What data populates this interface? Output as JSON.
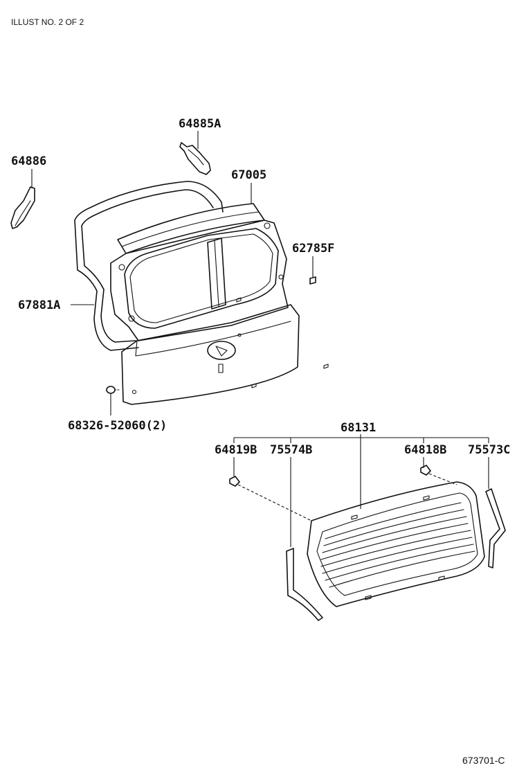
{
  "header": {
    "text": "ILLUST NO. 2 OF 2"
  },
  "footer": {
    "code": "673701-C"
  },
  "parts": [
    {
      "id": "64885A",
      "label": "64885A"
    },
    {
      "id": "64886",
      "label": "64886"
    },
    {
      "id": "67005",
      "label": "67005"
    },
    {
      "id": "62785F",
      "label": "62785F"
    },
    {
      "id": "67881A",
      "label": "67881A"
    },
    {
      "id": "68326-52060",
      "label": "68326-52060(2)"
    },
    {
      "id": "68131",
      "label": "68131"
    },
    {
      "id": "64819B",
      "label": "64819B"
    },
    {
      "id": "75574B",
      "label": "75574B"
    },
    {
      "id": "64818B",
      "label": "64818B"
    },
    {
      "id": "75573C",
      "label": "75573C"
    }
  ]
}
